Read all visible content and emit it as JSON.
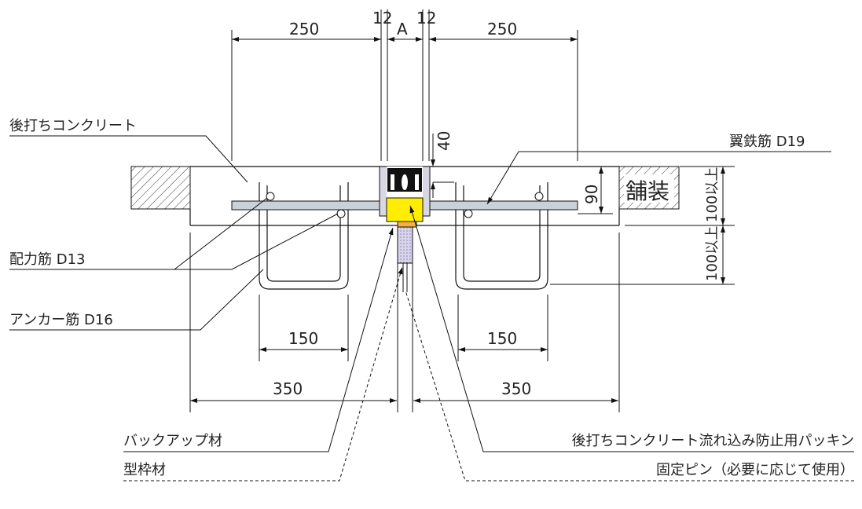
{
  "dimensions": {
    "top_left_250": "250",
    "top_left_12": "12",
    "top_a": "A",
    "top_right_12": "12",
    "top_right_250": "250",
    "depth_40": "40",
    "depth_90": "90",
    "pavement_100": "100以上",
    "lower_100": "100以上",
    "left_150": "150",
    "right_150": "150",
    "left_350": "350",
    "right_350": "350"
  },
  "labels": {
    "post_concrete": "後打ちコンクリート",
    "wing_rebar": "翼鉄筋 D19",
    "pavement": "舗装",
    "distribution_rebar": "配力筋 D13",
    "anchor_rebar": "アンカー筋 D16",
    "backup_material": "バックアップ材",
    "formwork": "型枠材",
    "packing": "後打ちコンクリート流れ込み防止用パッキン",
    "fixing_pin": "固定ピン（必要に応じて使用）"
  },
  "colors": {
    "seal_yellow": "#ffee00",
    "pad_orange": "#f6b040",
    "backup_purple": "#d8d4ea",
    "plate_gray": "#d9d8e2",
    "rebar_gray": "#c8d2d8"
  }
}
